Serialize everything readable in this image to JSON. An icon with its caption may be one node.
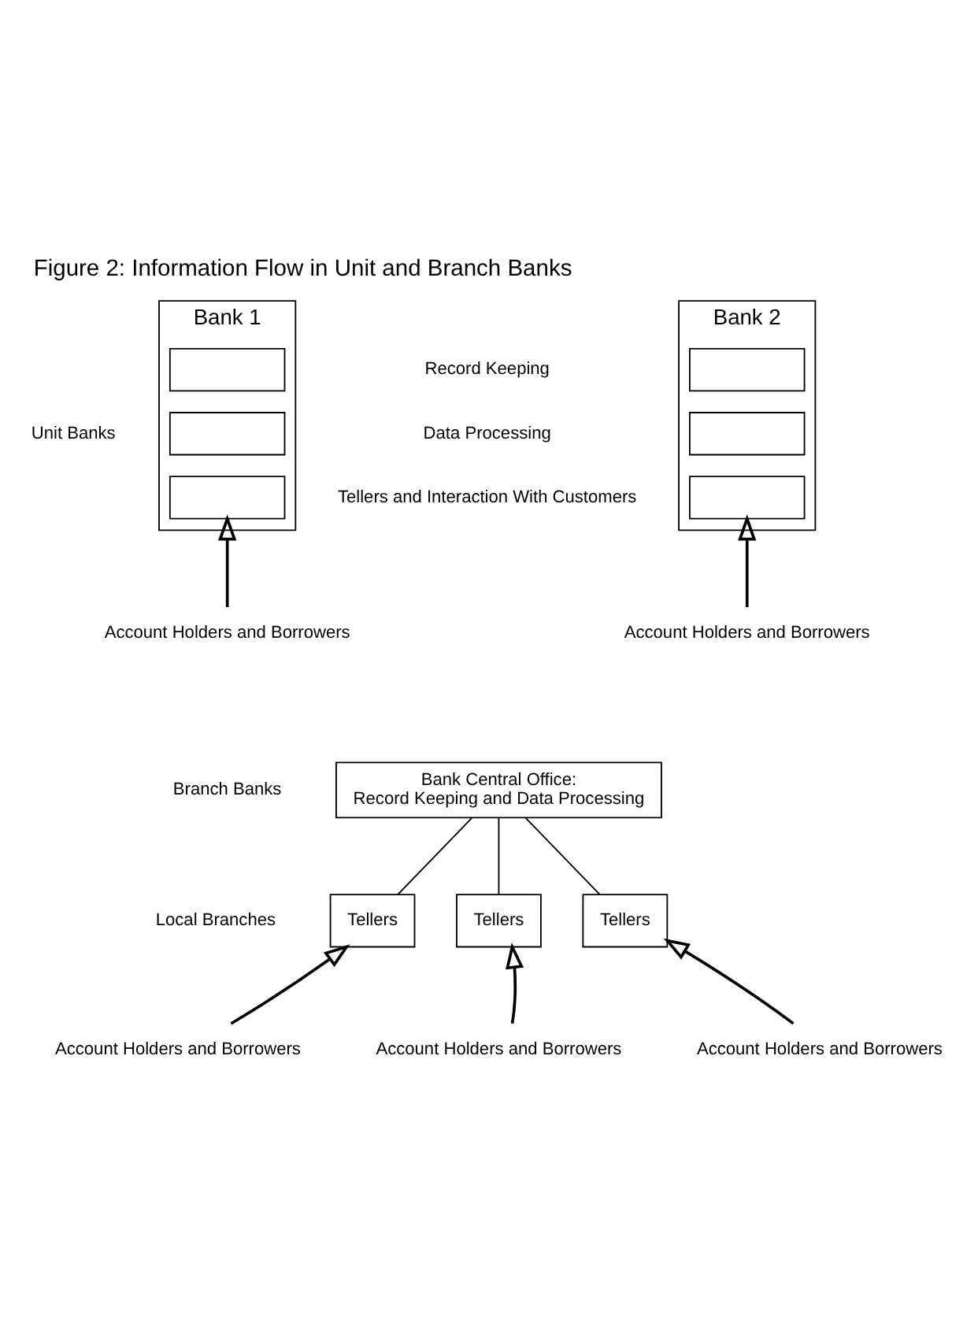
{
  "diagram": {
    "title": "Figure 2: Information Flow in Unit and Branch Banks",
    "nodes": [
      {
        "text": [
          "Bank 1"
        ]
      },
      {
        "text": [],
        "shape": "box",
        "in": 0
      },
      {
        "text": [],
        "shape": "box",
        "in": 0
      },
      {
        "text": [],
        "shape": "box",
        "in": 0
      },
      {
        "text": [
          "Bank 2"
        ]
      },
      {
        "text": [],
        "shape": "box",
        "in": 4
      },
      {
        "text": [],
        "shape": "box",
        "in": 4
      },
      {
        "text": [],
        "shape": "box",
        "in": 4
      },
      {
        "text": [
          "Account Holders and Borrowers"
        ]
      },
      {
        "text": [
          "Account Holders and Borrowers"
        ]
      },
      {
        "text": [
          "Bank Central Office:",
          "Record Keeping and Data Processing"
        ]
      },
      {
        "text": [
          "Tellers"
        ]
      },
      {
        "text": [
          "Tellers"
        ]
      },
      {
        "text": [
          "Tellers"
        ]
      },
      {
        "text": [
          "Account Holders and Borrowers"
        ]
      },
      {
        "text": [
          "Account Holders and Borrowers"
        ]
      },
      {
        "text": [
          "Account Holders and Borrowers"
        ]
      }
    ],
    "edges": [
      {
        "from": 8,
        "to": 3,
        "arrow": "to"
      },
      {
        "from": 9,
        "to": 7,
        "arrow": "to"
      },
      {
        "from": 10,
        "to": 11,
        "arrow": "none"
      },
      {
        "from": 10,
        "to": 12,
        "arrow": "none"
      },
      {
        "from": 10,
        "to": 13,
        "arrow": "none"
      },
      {
        "from": 14,
        "to": 11,
        "arrow": "to"
      },
      {
        "from": 15,
        "to": 12,
        "arrow": "to"
      },
      {
        "from": 16,
        "to": 13,
        "arrow": "to"
      }
    ],
    "labels": [
      "Unit Banks",
      "Record Keeping",
      "Data Processing",
      "Tellers and Interaction With Customers",
      "Branch Banks",
      "Local Branches"
    ]
  }
}
